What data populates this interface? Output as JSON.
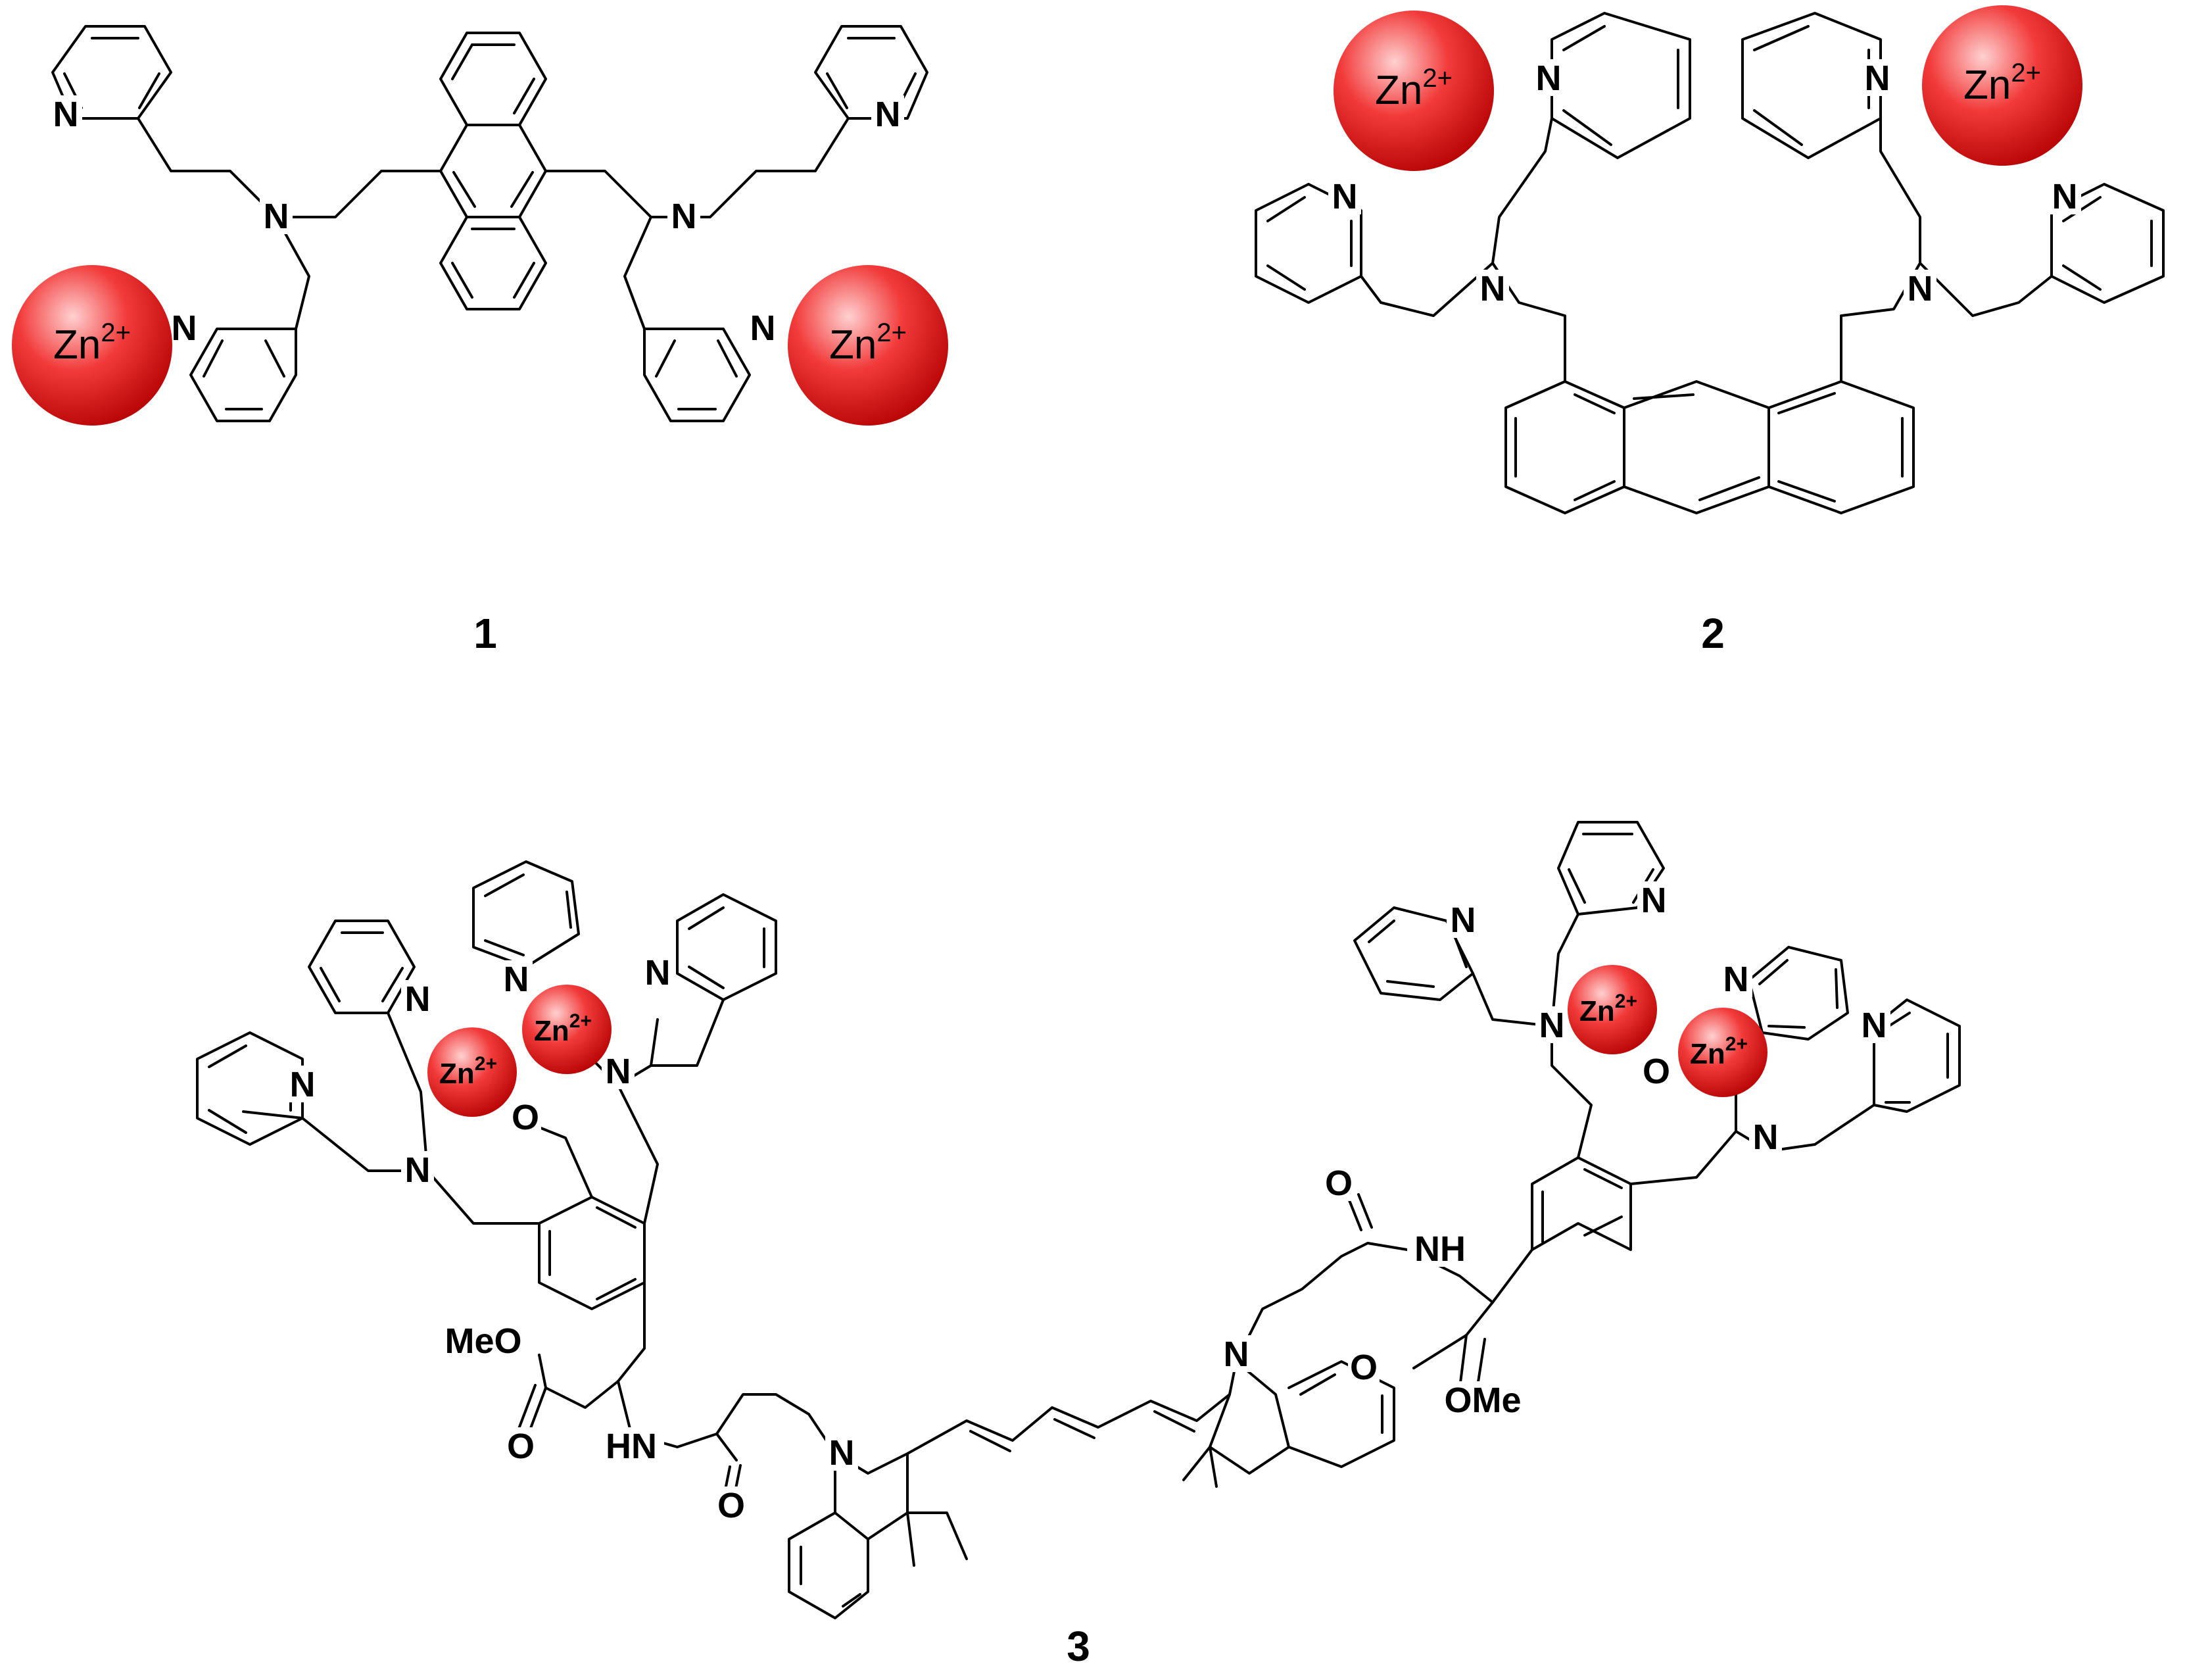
{
  "compounds": [
    {
      "id": "compound-1",
      "label": "1"
    },
    {
      "id": "compound-2",
      "label": "2"
    },
    {
      "id": "compound-3",
      "label": "3"
    }
  ],
  "atoms": {
    "nitrogen": "N",
    "oxygen": "O",
    "amide_nh_left": "HN",
    "amide_nh_right": "NH",
    "methoxy_left": "MeO",
    "methoxy_right": "OMe"
  },
  "zinc": {
    "symbol": "Zn",
    "charge": "2+",
    "colors": {
      "highlight": "#ffd0d0",
      "mid": "#f23a3a",
      "edge": "#b30000"
    }
  }
}
